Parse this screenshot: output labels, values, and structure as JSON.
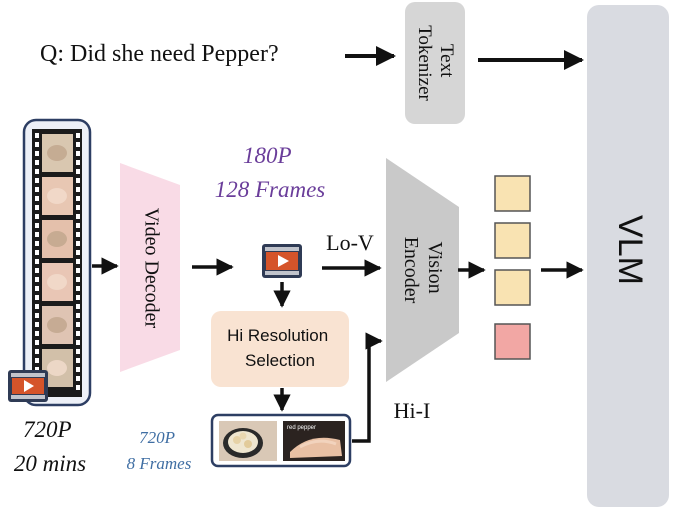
{
  "question": "Q: Did she need Pepper?",
  "text_tokenizer": {
    "line1": "Text",
    "line2": "Tokenizer"
  },
  "vlm_label": "VLM",
  "video_decoder_label": "Video Decoder",
  "lowres_spec": {
    "line1": "180P",
    "line2": "128 Frames"
  },
  "lo_v_label": "Lo-V",
  "vision_encoder": {
    "line1": "Vision",
    "line2": "Encoder"
  },
  "hi_res_selection": {
    "line1": "Hi Resolution",
    "line2": "Selection"
  },
  "hi_i_label": "Hi-I",
  "source_spec": {
    "line1": "720P",
    "line2": "20 mins"
  },
  "hires_spec": {
    "line1": "720P",
    "line2": "8 Frames"
  },
  "thumbnail_caption": "red pepper",
  "icon_names": [
    "film-strip-icon",
    "video-play-icon",
    "arrow-icon",
    "token-square-icon"
  ],
  "colors": {
    "vlm_panel": "#d9dbe1",
    "tokenizer": "#d6d6d6",
    "video_decoder": "#f9dbe6",
    "vision_encoder": "#c9c9c9",
    "hi_res_box": "#f9e3d2",
    "token_yellow": "#f9e3b2",
    "token_red": "#f2a7a4",
    "purple_text": "#6a3d9a",
    "blue_text": "#3f6ea3",
    "video_icon": "#d5542a"
  }
}
